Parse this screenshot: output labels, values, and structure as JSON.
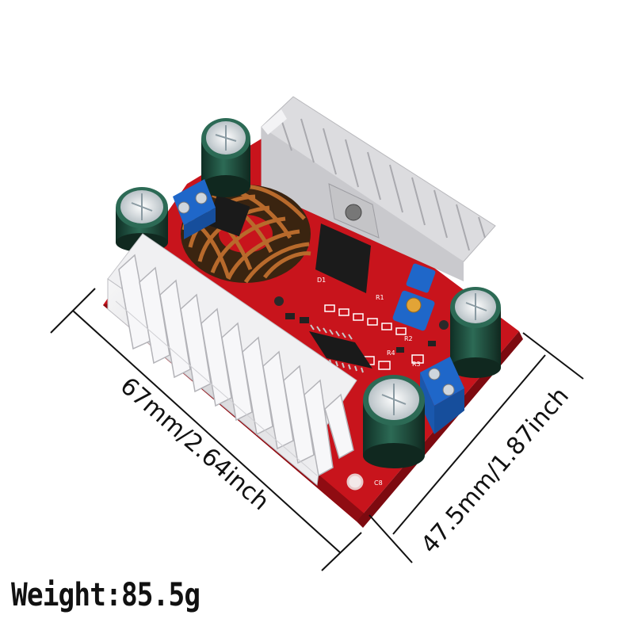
{
  "dimensions": {
    "length_label": "67mm/2.64inch",
    "width_label": "47.5mm/1.87inch"
  },
  "weight_label": "Weight:85.5g",
  "colors": {
    "pcb": "#c8141c",
    "heatsink": "#e4e4e6",
    "capacitor": "#1d4a3a",
    "terminal": "#1f67c9",
    "copper": "#b86a2c"
  },
  "icons": [
    "boost-converter-module",
    "aluminium-heatsink",
    "electrolytic-capacitor",
    "toroid-inductor",
    "screw-terminal",
    "potentiometer",
    "ic-chip"
  ]
}
